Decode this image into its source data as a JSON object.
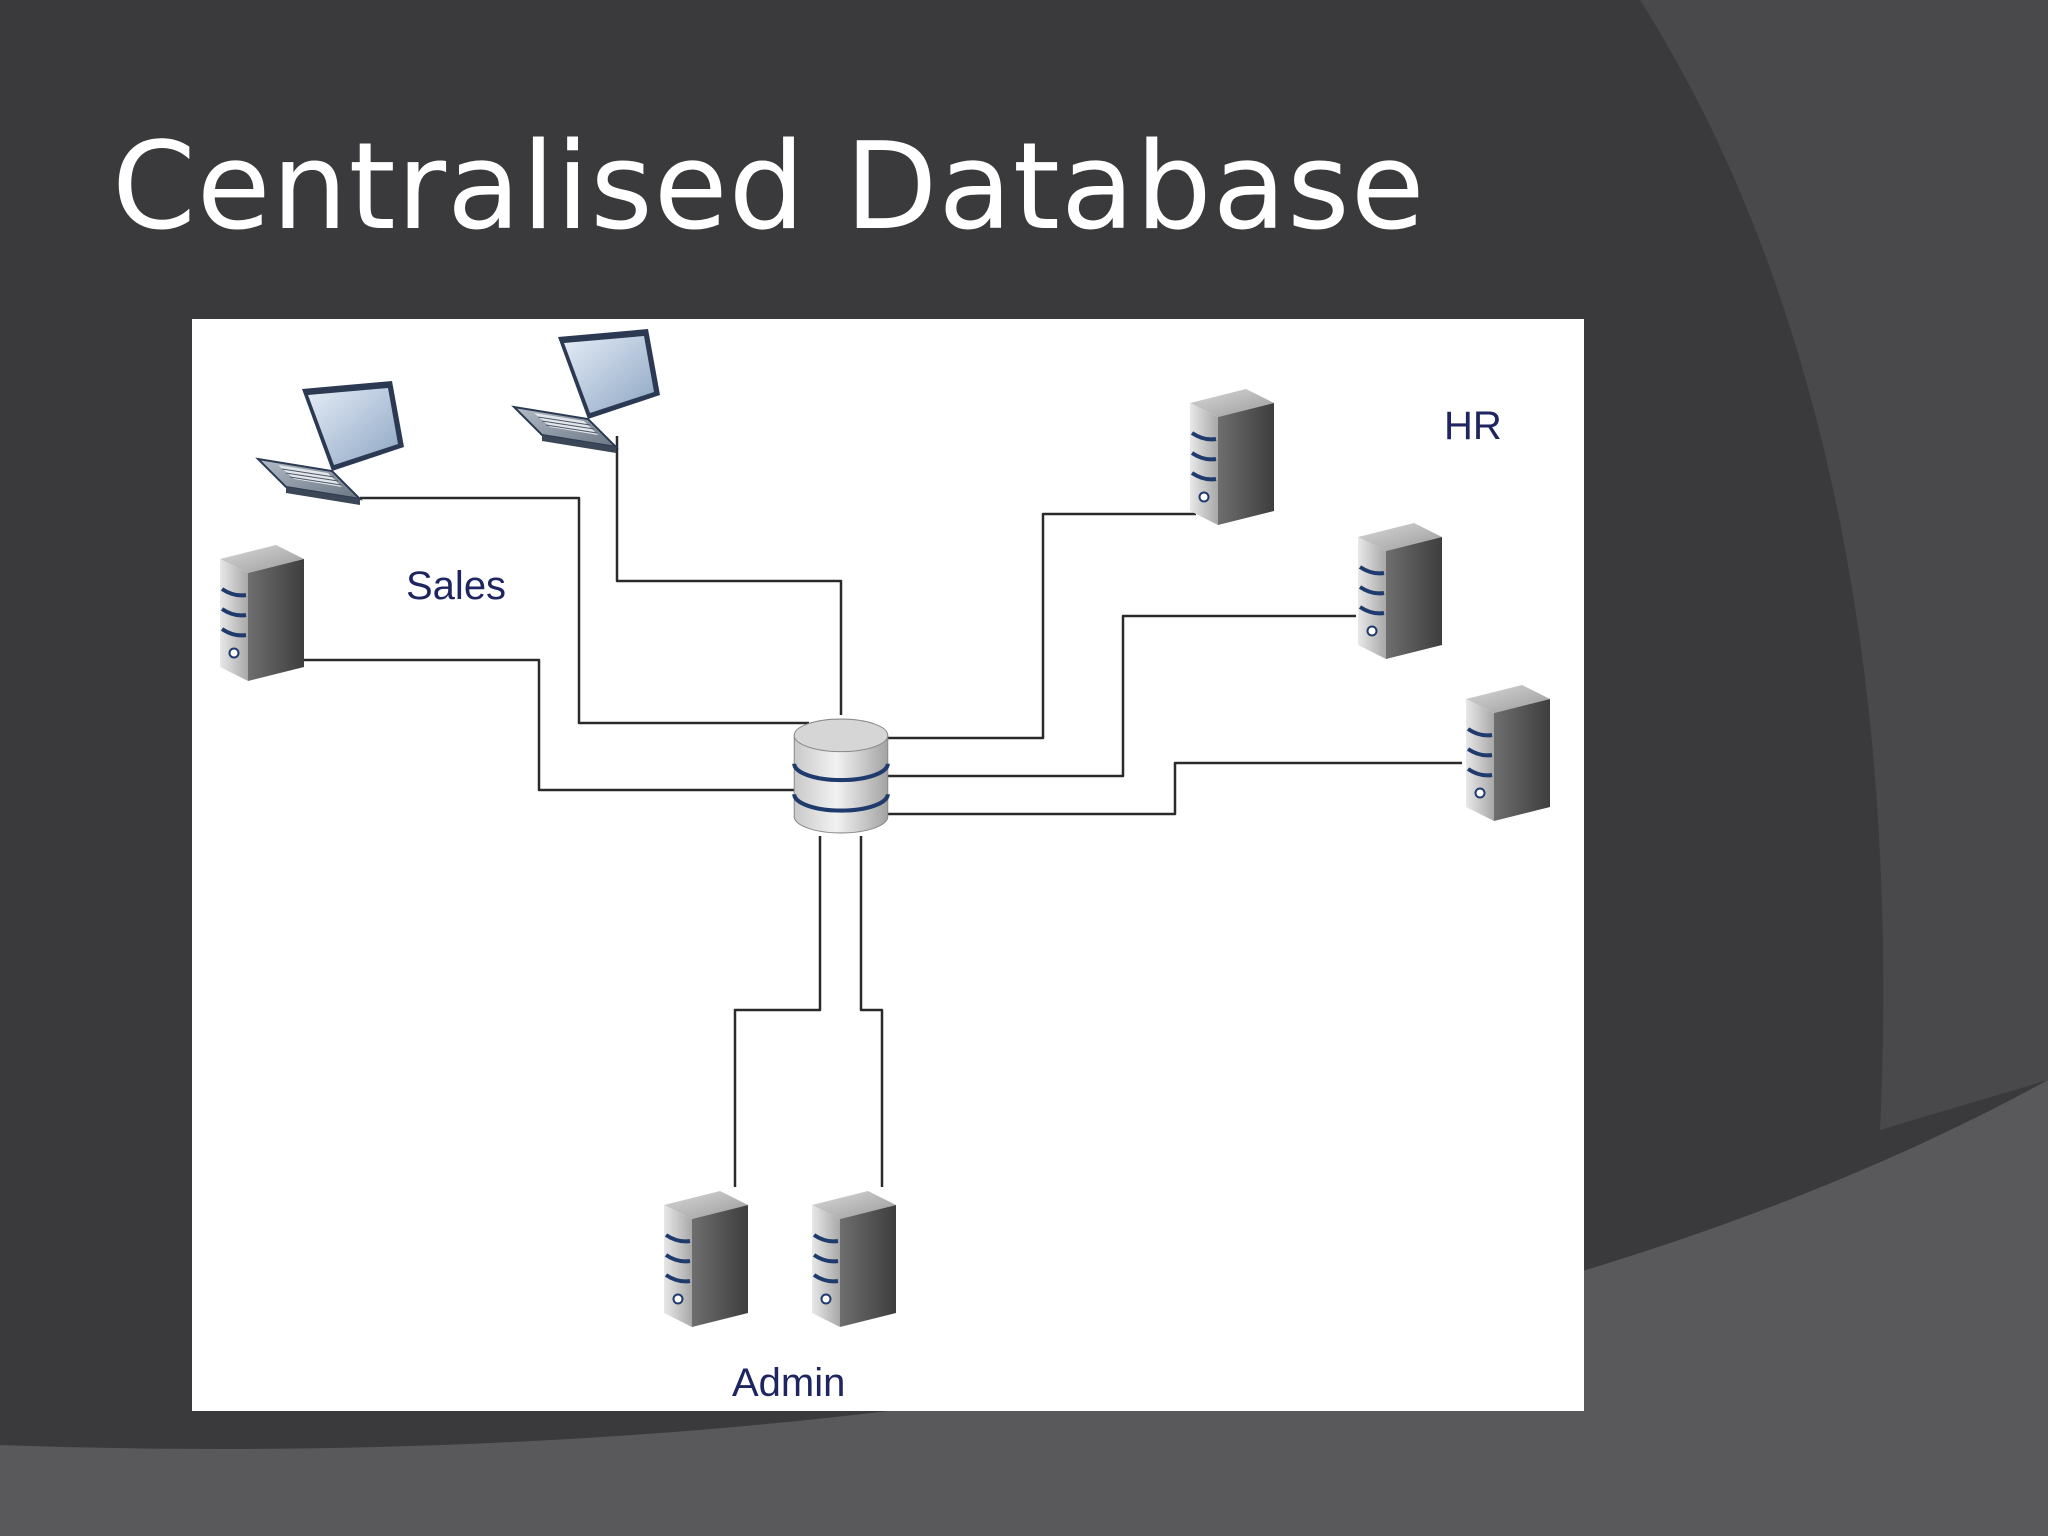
{
  "slide": {
    "title": "Centralised Database"
  },
  "diagram": {
    "center": {
      "icon": "database-icon"
    },
    "groups": [
      {
        "id": "sales",
        "label": "Sales",
        "devices": [
          "laptop-icon",
          "laptop-icon",
          "server-icon"
        ]
      },
      {
        "id": "hr",
        "label": "HR",
        "devices": [
          "server-icon",
          "server-icon",
          "server-icon"
        ]
      },
      {
        "id": "admin",
        "label": "Admin",
        "devices": [
          "server-icon",
          "server-icon"
        ]
      }
    ]
  },
  "colors": {
    "background": "#3a393b",
    "background_swoosh": "#4a494c",
    "panel": "#ffffff",
    "label_text": "#1e2560",
    "connector": "#2a2a2a"
  }
}
